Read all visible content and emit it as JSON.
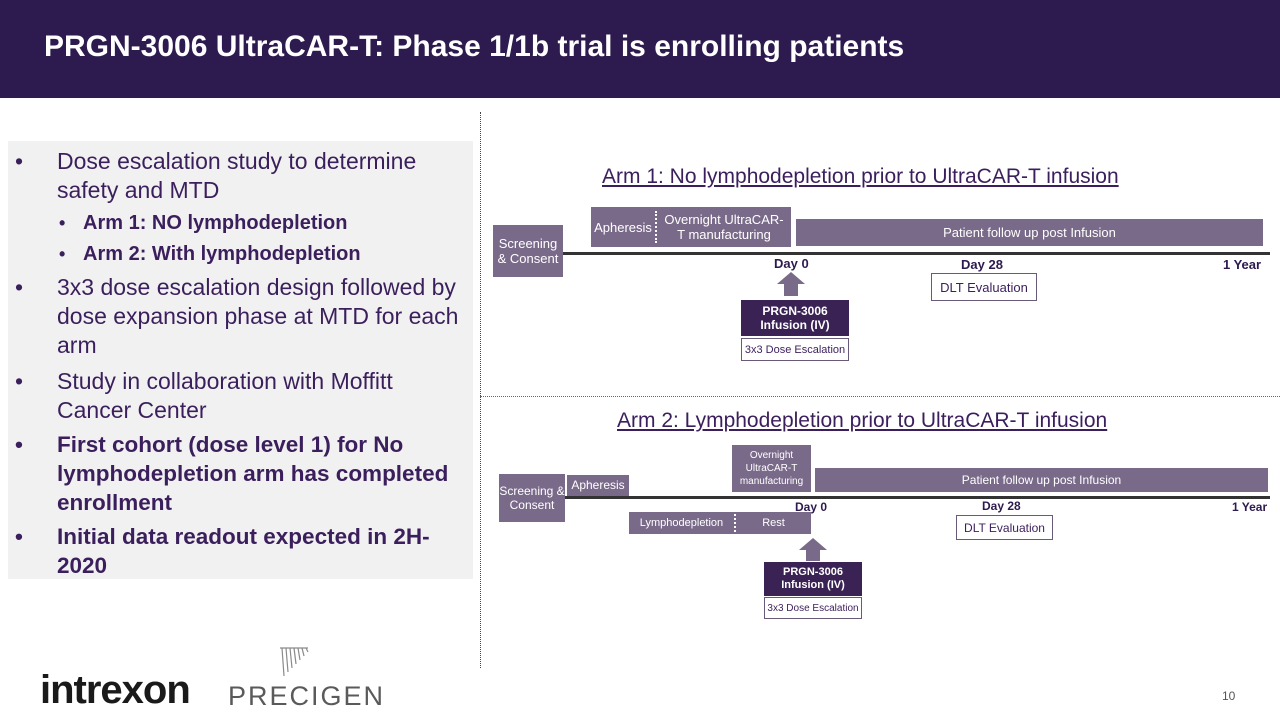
{
  "slide": {
    "title": "PRGN-3006 UltraCAR-T: Phase 1/1b trial is enrolling patients",
    "page_number": "10",
    "bullet_char": "•"
  },
  "left_panel": {
    "bullet1": "Dose escalation study to determine safety and MTD",
    "sub1": "Arm 1: NO lymphodepletion",
    "sub2": "Arm 2: With lymphodepletion",
    "bullet2": "3x3 dose escalation design followed by dose expansion phase at MTD for each arm",
    "bullet3": "Study in collaboration with Moffitt Cancer Center",
    "bullet4": "First cohort (dose level 1) for No lymphodepletion arm has completed enrollment",
    "bullet5": "Initial data readout expected in 2H-2020"
  },
  "arm1": {
    "title": "Arm 1: No lymphodepletion prior to UltraCAR-T infusion",
    "screening": "Screening & Consent",
    "apheresis": "Apheresis",
    "manufacturing": "Overnight UltraCAR-T manufacturing",
    "followup": "Patient follow up post Infusion",
    "day0": "Day 0",
    "day28": "Day 28",
    "year1": "1 Year",
    "dlt": "DLT Evaluation",
    "infusion": "PRGN-3006 Infusion (IV)",
    "dose_escalation": "3x3 Dose Escalation"
  },
  "arm2": {
    "title": "Arm 2: Lymphodepletion prior to UltraCAR-T infusion",
    "screening": "Screening & Consent",
    "apheresis": "Apheresis",
    "manufacturing": "Overnight UltraCAR-T manufacturing",
    "followup": "Patient follow up post Infusion",
    "lymphodepletion": "Lymphodepletion",
    "rest": "Rest",
    "day0": "Day 0",
    "day28": "Day 28",
    "year1": "1 Year",
    "dlt": "DLT Evaluation",
    "infusion": "PRGN-3006 Infusion (IV)",
    "dose_escalation": "3x3 Dose Escalation"
  },
  "logos": {
    "intrexon": "intrexon",
    "precigen": "PRECIGEN"
  },
  "colors": {
    "header": "#2d1a4e",
    "process_box": "#7a6a8a",
    "infusion_box": "#3a2354",
    "text": "#3b1f5c"
  }
}
